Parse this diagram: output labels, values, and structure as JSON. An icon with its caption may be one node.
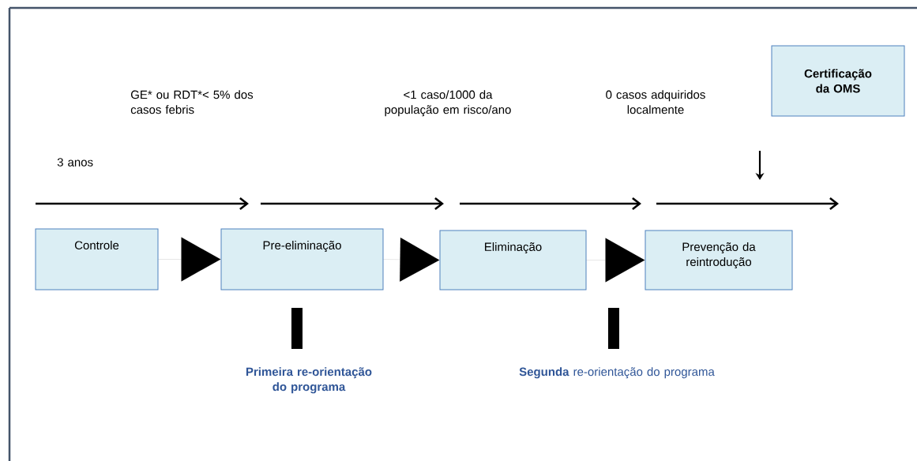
{
  "diagram": {
    "nodes": [
      {
        "text": [
          "Controle"
        ]
      },
      {
        "text": [
          "Pre-eliminação"
        ]
      },
      {
        "text": [
          "Eliminação"
        ]
      },
      {
        "text": [
          "Prevenção da reintrodução"
        ]
      },
      {
        "text": [
          "Certificação da OMS"
        ]
      }
    ],
    "edges": [
      {
        "from": 0,
        "to": 1,
        "arrow": "to"
      },
      {
        "from": 1,
        "to": 2,
        "arrow": "to"
      },
      {
        "from": 2,
        "to": 3,
        "arrow": "to"
      }
    ],
    "labels": [
      "GE* ou RDT*< 5% dos casos febris",
      "<1 caso/1000 da população em risco/ano",
      "0 casos adquiridos localmente",
      "3 anos",
      "Primeira re-orientação do programa",
      "**Segunda** re-orientação do programa"
    ]
  }
}
